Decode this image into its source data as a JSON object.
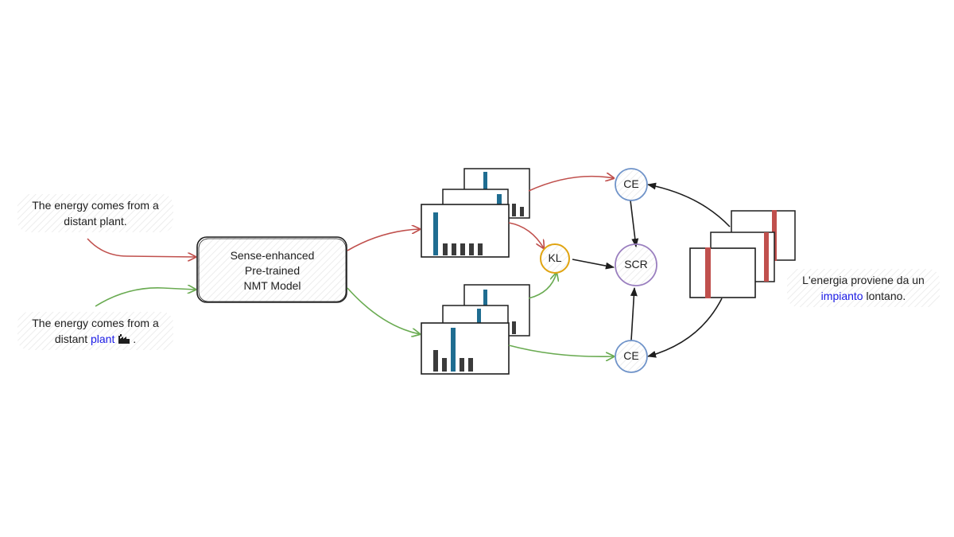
{
  "inputs": {
    "source_plain": {
      "line1": "The energy comes from a",
      "line2": "distant plant."
    },
    "source_tagged": {
      "line1": "The energy comes from a",
      "line2_prefix": "distant ",
      "highlight": "plant",
      "icon": "factory-icon",
      "line2_suffix": " ."
    }
  },
  "model": {
    "line1": "Sense-enhanced",
    "line2": "Pre-trained",
    "line3": "NMT Model"
  },
  "nodes": {
    "ce_top": "CE",
    "kl": "KL",
    "scr": "SCR",
    "ce_bottom": "CE"
  },
  "target": {
    "line1": "L'energia proviene da un",
    "highlight": "impianto",
    "line2_suffix": " lontano."
  },
  "colors": {
    "red_path": "#c0504d",
    "green_path": "#6aab52",
    "bar_blue": "#1f6d91",
    "bar_dark": "#3b3b3b",
    "target_bar": "#c0504d",
    "ce_circle": "#6f93c9",
    "kl_circle": "#e0a411",
    "scr_circle": "#9a7fbf",
    "highlight_text": "#1a1ae6"
  }
}
